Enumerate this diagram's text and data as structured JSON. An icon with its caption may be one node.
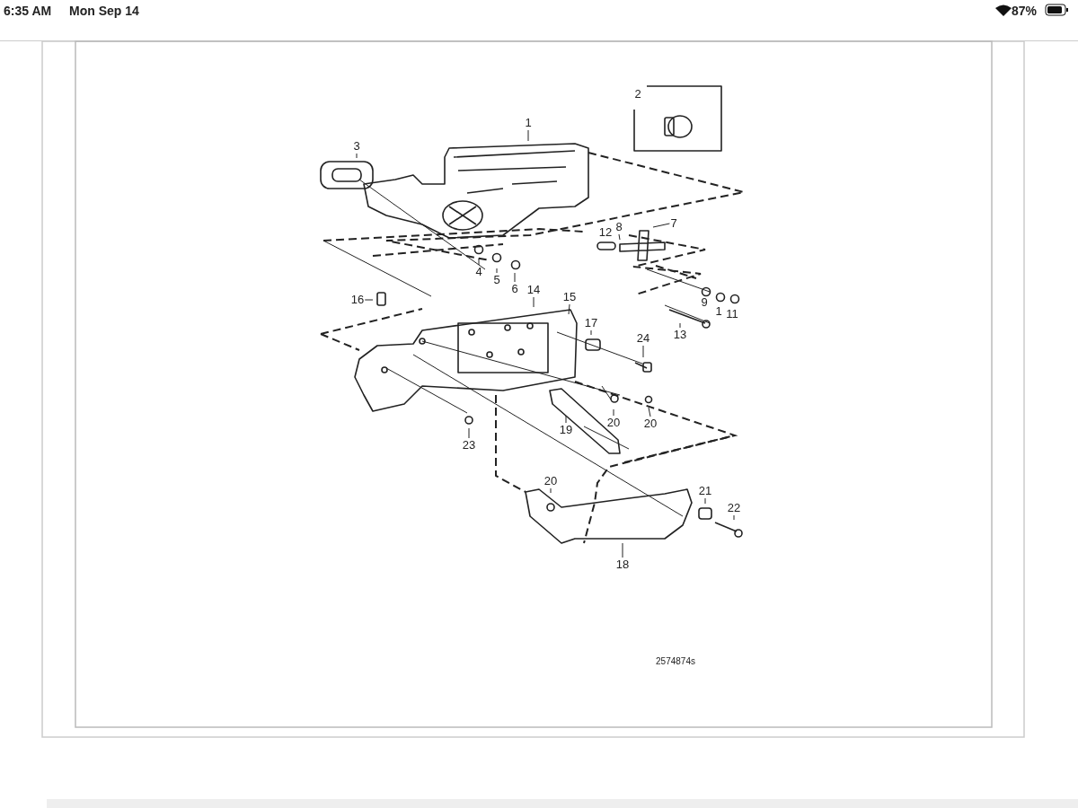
{
  "diagram": {
    "nodes": [
      {
        "text": [
          "1"
        ]
      },
      {
        "text": [
          "3"
        ]
      },
      {
        "text": [
          "7"
        ]
      },
      {
        "text": [
          "8"
        ]
      },
      {
        "text": [
          "4"
        ]
      },
      {
        "text": [
          "5"
        ]
      },
      {
        "text": [
          "6"
        ]
      },
      {
        "text": [
          "14"
        ]
      },
      {
        "text": [
          "15"
        ]
      },
      {
        "text": [
          "16"
        ]
      },
      {
        "text": [
          "17"
        ]
      },
      {
        "text": [
          "13"
        ]
      },
      {
        "text": [
          "24"
        ]
      },
      {
        "text": [
          "20"
        ]
      },
      {
        "text": [
          "20"
        ]
      },
      {
        "text": [
          "19"
        ]
      },
      {
        "text": [
          "23"
        ]
      },
      {
        "text": [
          "20"
        ]
      },
      {
        "text": [
          "21"
        ]
      },
      {
        "text": [
          "22"
        ]
      },
      {
        "text": [
          "18"
        ]
      }
    ],
    "edges": [
      {
        "from": 0,
        "to": null,
        "arrow": "none"
      },
      {
        "from": 1,
        "to": null,
        "arrow": "none"
      },
      {
        "from": 2,
        "to": null,
        "arrow": "none"
      },
      {
        "from": 3,
        "to": null,
        "arrow": "none"
      },
      {
        "from": 4,
        "to": null,
        "arrow": "none"
      },
      {
        "from": 5,
        "to": null,
        "arrow": "none"
      },
      {
        "from": 6,
        "to": null,
        "arrow": "none"
      },
      {
        "from": 7,
        "to": null,
        "arrow": "none"
      },
      {
        "from": 8,
        "to": null,
        "arrow": "none"
      },
      {
        "from": 9,
        "to": null,
        "arrow": "none"
      },
      {
        "from": 10,
        "to": null,
        "arrow": "none"
      },
      {
        "from": 11,
        "to": null,
        "arrow": "none"
      },
      {
        "from": 12,
        "to": null,
        "arrow": "none"
      },
      {
        "from": 13,
        "to": null,
        "arrow": "none"
      },
      {
        "from": 14,
        "to": null,
        "arrow": "none"
      },
      {
        "from": 15,
        "to": null,
        "arrow": "none"
      },
      {
        "from": 16,
        "to": null,
        "arrow": "none"
      },
      {
        "from": 17,
        "to": null,
        "arrow": "none"
      },
      {
        "from": 18,
        "to": null,
        "arrow": "none"
      },
      {
        "from": 19,
        "to": null,
        "arrow": "none"
      },
      {
        "from": 20,
        "to": null,
        "arrow": "none"
      }
    ],
    "labels": [
      "6:35 AM",
      "Mon Sep 14",
      "87%",
      "2",
      "12",
      "9",
      "1",
      "11",
      "2574874s"
    ]
  }
}
